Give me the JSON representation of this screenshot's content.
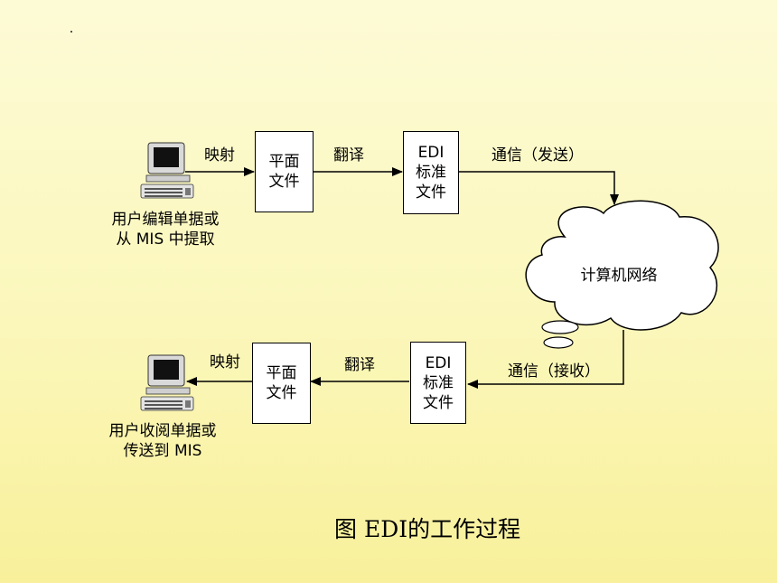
{
  "top": {
    "source_label": "用户编辑单据或\n从 MIS 中提取",
    "map_label": "映射",
    "flat_file": "平面\n文件",
    "translate_label": "翻译",
    "edi_file": "EDI\n标准\n文件",
    "send_label": "通信（发送）"
  },
  "network": {
    "label": "计算机网络"
  },
  "bottom": {
    "receive_label": "通信（接收）",
    "edi_file": "EDI\n标准\n文件",
    "translate_label": "翻译",
    "flat_file": "平面\n文件",
    "map_label": "映射",
    "dest_label": "用户收阅单据或\n传送到 MIS"
  },
  "caption": "图 EDI的工作过程",
  "icons": [
    "computer-icon",
    "cloud-icon"
  ]
}
